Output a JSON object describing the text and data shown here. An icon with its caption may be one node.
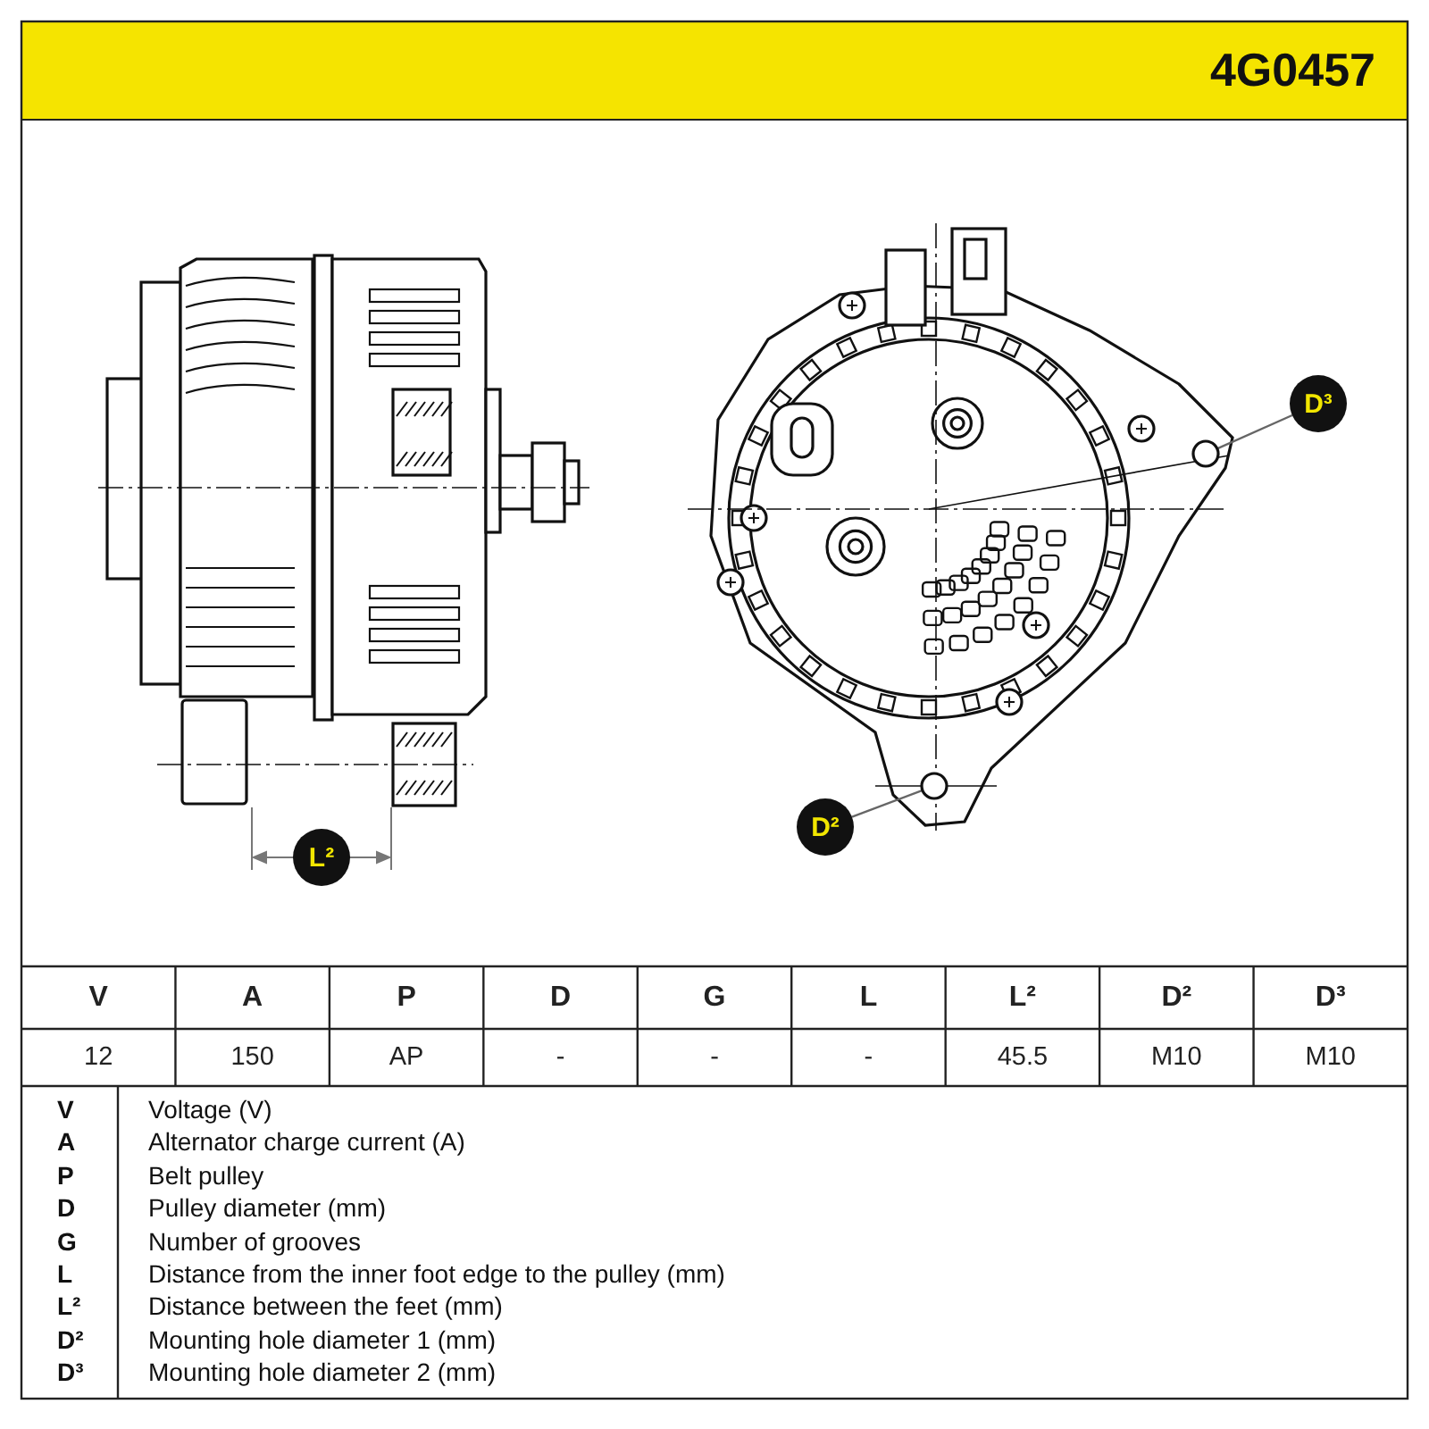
{
  "diagram": {
    "title": "4G0457",
    "nodes": [
      {
        "text": [
          "D³"
        ]
      },
      {
        "text": [],
        "shape": "circle"
      },
      {
        "text": [
          "D²"
        ]
      },
      {
        "text": [],
        "shape": "circle"
      }
    ],
    "edges": [
      {
        "from": 0,
        "to": 1,
        "arrow": "none"
      },
      {
        "from": 2,
        "to": 3,
        "arrow": "none"
      }
    ],
    "labels": [
      "L²",
      "V",
      "A",
      "P",
      "D",
      "G",
      "L",
      "L²",
      "D²",
      "D³",
      "12",
      "150",
      "AP",
      "-",
      "-",
      "-",
      "45.5",
      "M10",
      "M10",
      "V",
      "Voltage (V)",
      "A",
      "Alternator charge current (A)",
      "P",
      "Belt pulley",
      "D",
      "Pulley diameter (mm)",
      "G",
      "Number of grooves",
      "L",
      "Distance from the inner foot edge to the pulley (mm)",
      "L²",
      "Distance between the feet (mm)",
      "D²",
      "Mounting hole diameter 1 (mm)",
      "D³",
      "Mounting hole diameter 2 (mm)"
    ]
  }
}
